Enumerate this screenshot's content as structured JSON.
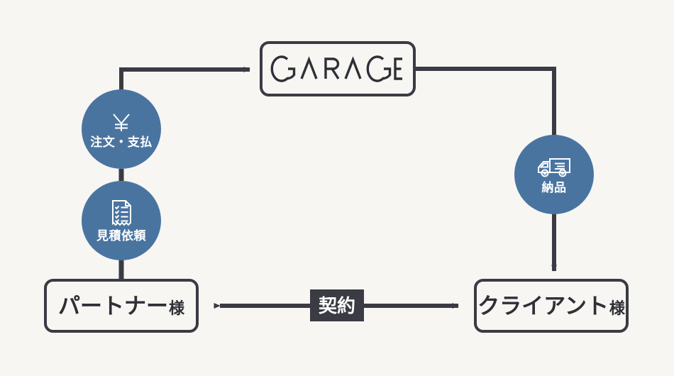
{
  "diagram": {
    "title": "GARAGE business flow diagram",
    "background_color": "#f7f6f3",
    "accent_color": "#4a74a0",
    "line_color": "#3a3b43",
    "text_color": "#2f3037"
  },
  "hub": {
    "name": "GARAGE",
    "letters": [
      "G",
      "A",
      "R",
      "A",
      "G",
      "E"
    ]
  },
  "entities": [
    {
      "id": "partner",
      "name": "パートナー",
      "honorific": "様"
    },
    {
      "id": "client",
      "name": "クライアント",
      "honorific": "様"
    }
  ],
  "steps": [
    {
      "id": "payment",
      "label": "注文・支払",
      "icon": "yen-icon"
    },
    {
      "id": "quote",
      "label": "見積依頼",
      "icon": "checklist-document-icon"
    },
    {
      "id": "delivery",
      "label": "納品",
      "icon": "delivery-truck-icon"
    }
  ],
  "contract": {
    "label": "契約"
  },
  "connectors": [
    {
      "id": "partner-to-garage",
      "from": "partner",
      "to": "GARAGE",
      "arrow": "single"
    },
    {
      "id": "garage-to-client",
      "from": "GARAGE",
      "to": "client",
      "arrow": "single"
    },
    {
      "id": "partner-client-contract",
      "from": "partner",
      "to": "client",
      "arrow": "double"
    }
  ]
}
